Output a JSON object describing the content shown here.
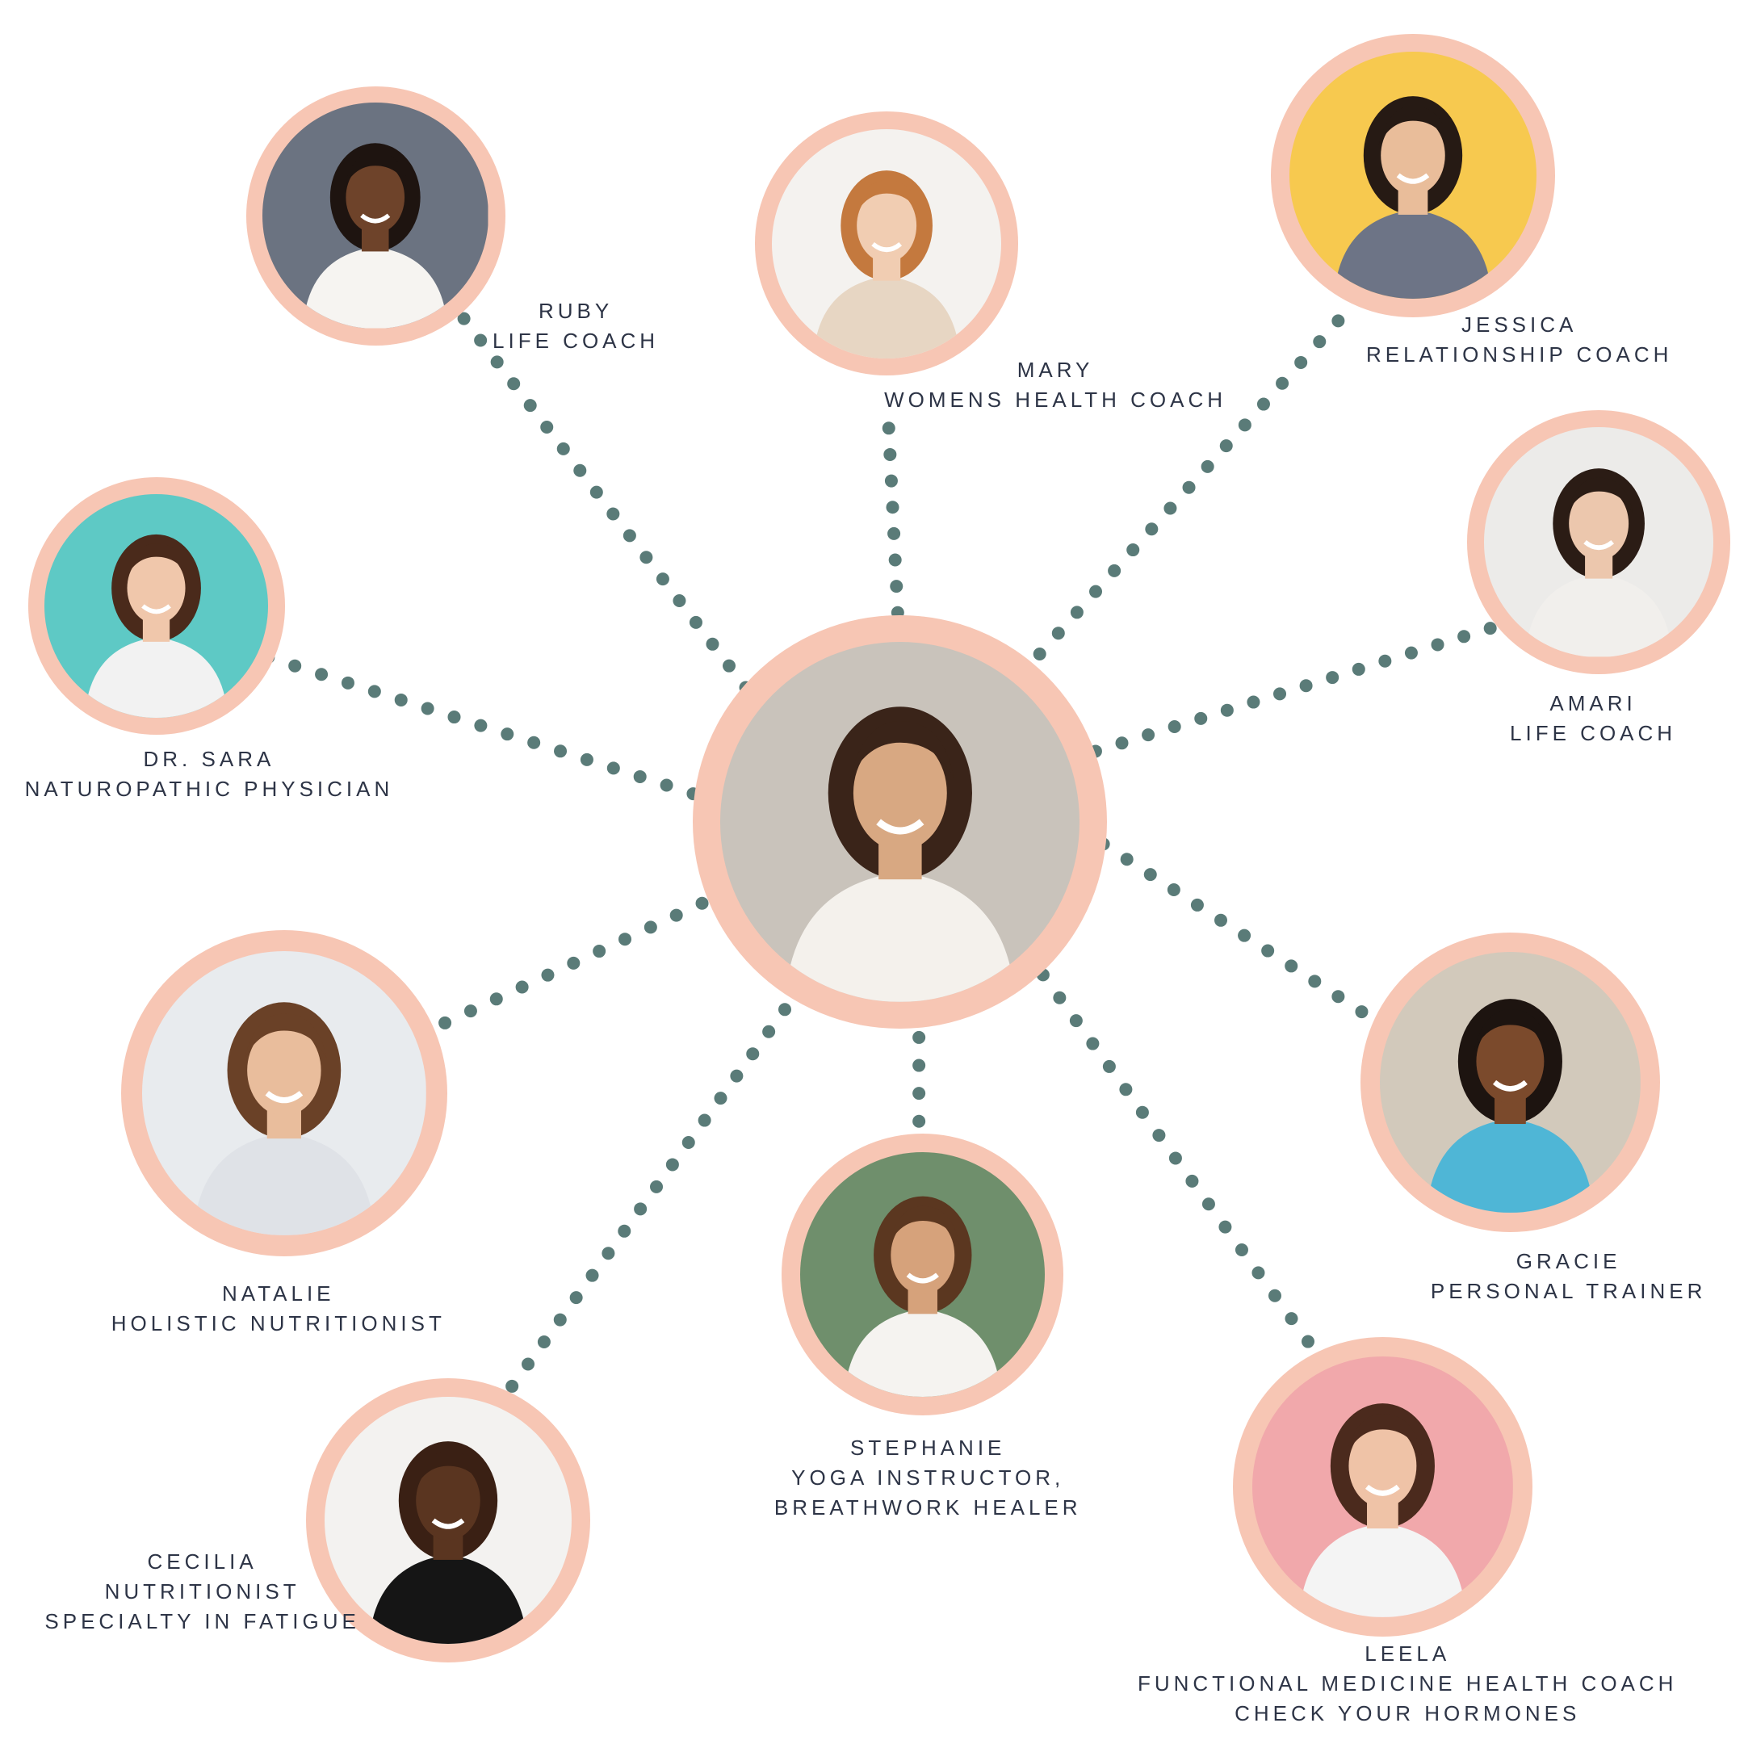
{
  "colors": {
    "ring": "#f7c6b4",
    "dots": "#5a7b78",
    "text": "#2d3446"
  },
  "center": {
    "description_icon": "woman-with-phone-photo",
    "photo_bg": "#c9c3bb",
    "skin": "#d8a882",
    "hair": "#3a2419",
    "top": "#f4f1ec"
  },
  "coaches": [
    {
      "id": "ruby",
      "name": "RUBY",
      "lines": [
        "LIFE COACH"
      ],
      "bg": "#6b7381",
      "skin": "#6e432a",
      "hair": "#1e1410",
      "top": "#f6f4f1"
    },
    {
      "id": "mary",
      "name": "MARY",
      "lines": [
        "WOMENS HEALTH COACH"
      ],
      "bg": "#f4f2ef",
      "skin": "#f1cdb2",
      "hair": "#c4793e",
      "top": "#e7d6c3"
    },
    {
      "id": "jessica",
      "name": "JESSICA",
      "lines": [
        "RELATIONSHIP COACH"
      ],
      "bg": "#f7c94f",
      "skin": "#e9bd9a",
      "hair": "#261a14",
      "top": "#6d7486"
    },
    {
      "id": "amari",
      "name": "AMARI",
      "lines": [
        "LIFE COACH"
      ],
      "bg": "#ecebe9",
      "skin": "#ecc7ad",
      "hair": "#2b1c15",
      "top": "#f1efec"
    },
    {
      "id": "dr-sara",
      "name": "DR. SARA",
      "lines": [
        "NATUROPATHIC PHYSICIAN"
      ],
      "bg": "#5ec9c5",
      "skin": "#f0c7ab",
      "hair": "#4a2a1b",
      "top": "#f2f2f2"
    },
    {
      "id": "natalie",
      "name": "NATALIE",
      "lines": [
        "HOLISTIC NUTRITIONIST"
      ],
      "bg": "#e8ebee",
      "skin": "#e9bd9c",
      "hair": "#6a4127",
      "top": "#dfe2e7"
    },
    {
      "id": "gracie",
      "name": "GRACIE",
      "lines": [
        "PERSONAL TRAINER"
      ],
      "bg": "#d2c9bb",
      "skin": "#7b4a2c",
      "hair": "#1d1410",
      "top": "#4fb6d6"
    },
    {
      "id": "stephanie",
      "name": "STEPHANIE",
      "lines": [
        "YOGA INSTRUCTOR,",
        "BREATHWORK HEALER"
      ],
      "bg": "#6f8f6c",
      "skin": "#d6a27b",
      "hair": "#5b3720",
      "top": "#f5f3f0"
    },
    {
      "id": "cecilia",
      "name": "CECILIA",
      "lines": [
        "NUTRITIONIST",
        "SPECIALTY IN FATIGUE"
      ],
      "bg": "#f3f2f0",
      "skin": "#5a3520",
      "hair": "#3a2014",
      "top": "#151515"
    },
    {
      "id": "leela",
      "name": "LEELA",
      "lines": [
        "FUNCTIONAL MEDICINE HEALTH COACH",
        "CHECK YOUR HORMONES"
      ],
      "bg": "#f1a8ab",
      "skin": "#efc3a7",
      "hair": "#4b2a1d",
      "top": "#f4f4f4"
    }
  ]
}
